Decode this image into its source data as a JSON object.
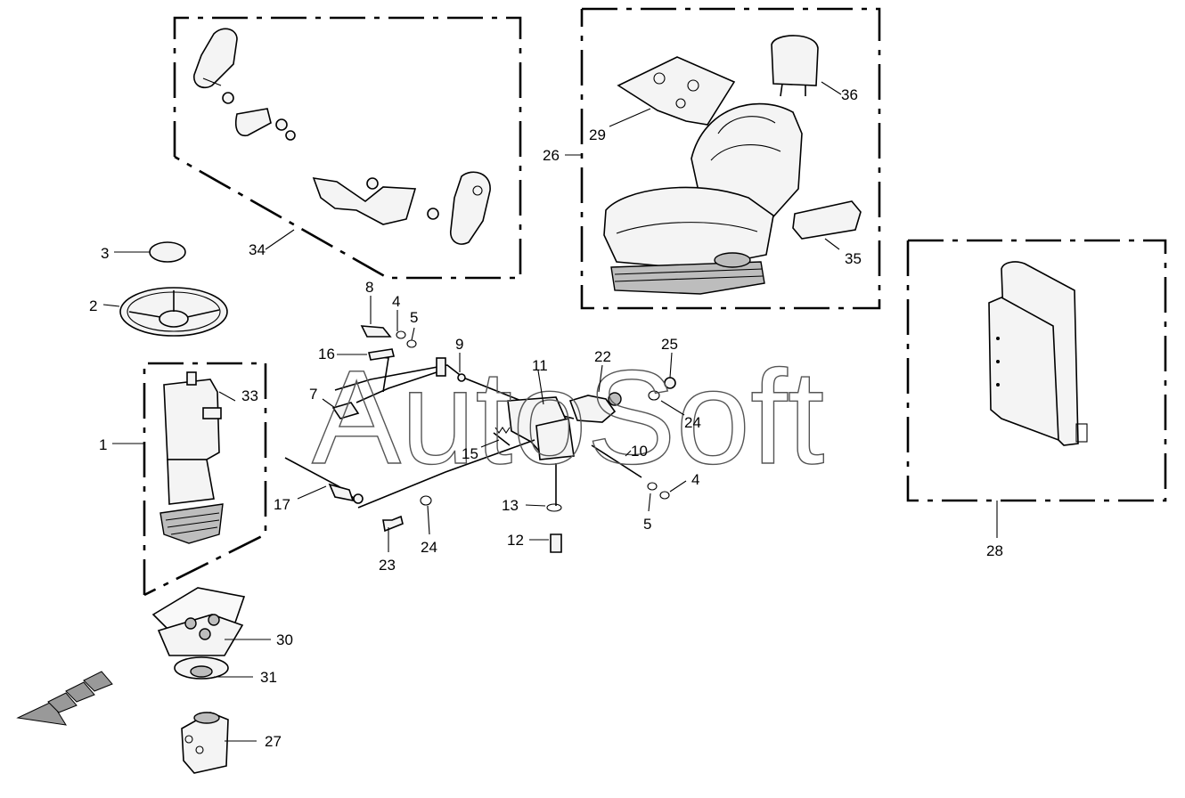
{
  "watermark": "AutoSoft",
  "callouts": {
    "c1": "1",
    "c2": "2",
    "c3": "3",
    "c4a": "4",
    "c4b": "4",
    "c5a": "5",
    "c5b": "5",
    "c7": "7",
    "c8": "8",
    "c9": "9",
    "c10": "10",
    "c11": "11",
    "c12": "12",
    "c13": "13",
    "c15": "15",
    "c16": "16",
    "c17": "17",
    "c22": "22",
    "c23": "23",
    "c24a": "24",
    "c24b": "24",
    "c25": "25",
    "c26": "26",
    "c27": "27",
    "c28": "28",
    "c29": "29",
    "c30": "30",
    "c31": "31",
    "c33": "33",
    "c34": "34",
    "c35": "35",
    "c36": "36"
  }
}
